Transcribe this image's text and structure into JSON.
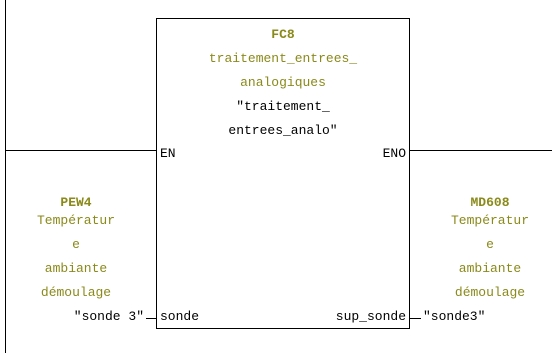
{
  "block": {
    "number": "FC8",
    "name_lines": [
      "traitement_entrees_",
      "analogiques"
    ],
    "symbol_lines": [
      "\"traitement_",
      "entrees_analo\""
    ]
  },
  "ports": {
    "en": "EN",
    "eno": "ENO",
    "input": "sonde",
    "output": "sup_sonde"
  },
  "input_operand": {
    "address": "PEW4",
    "comment_lines": [
      "Températur",
      "e",
      "ambiante",
      "démoulage"
    ],
    "symbol": "\"sonde 3\""
  },
  "output_operand": {
    "address": "MD608",
    "comment_lines": [
      "Températur",
      "e",
      "ambiante",
      "démoulage"
    ],
    "symbol": "\"sonde3\""
  },
  "colors": {
    "comment": "#8a8a1a",
    "text": "#000000",
    "line": "#000000"
  }
}
